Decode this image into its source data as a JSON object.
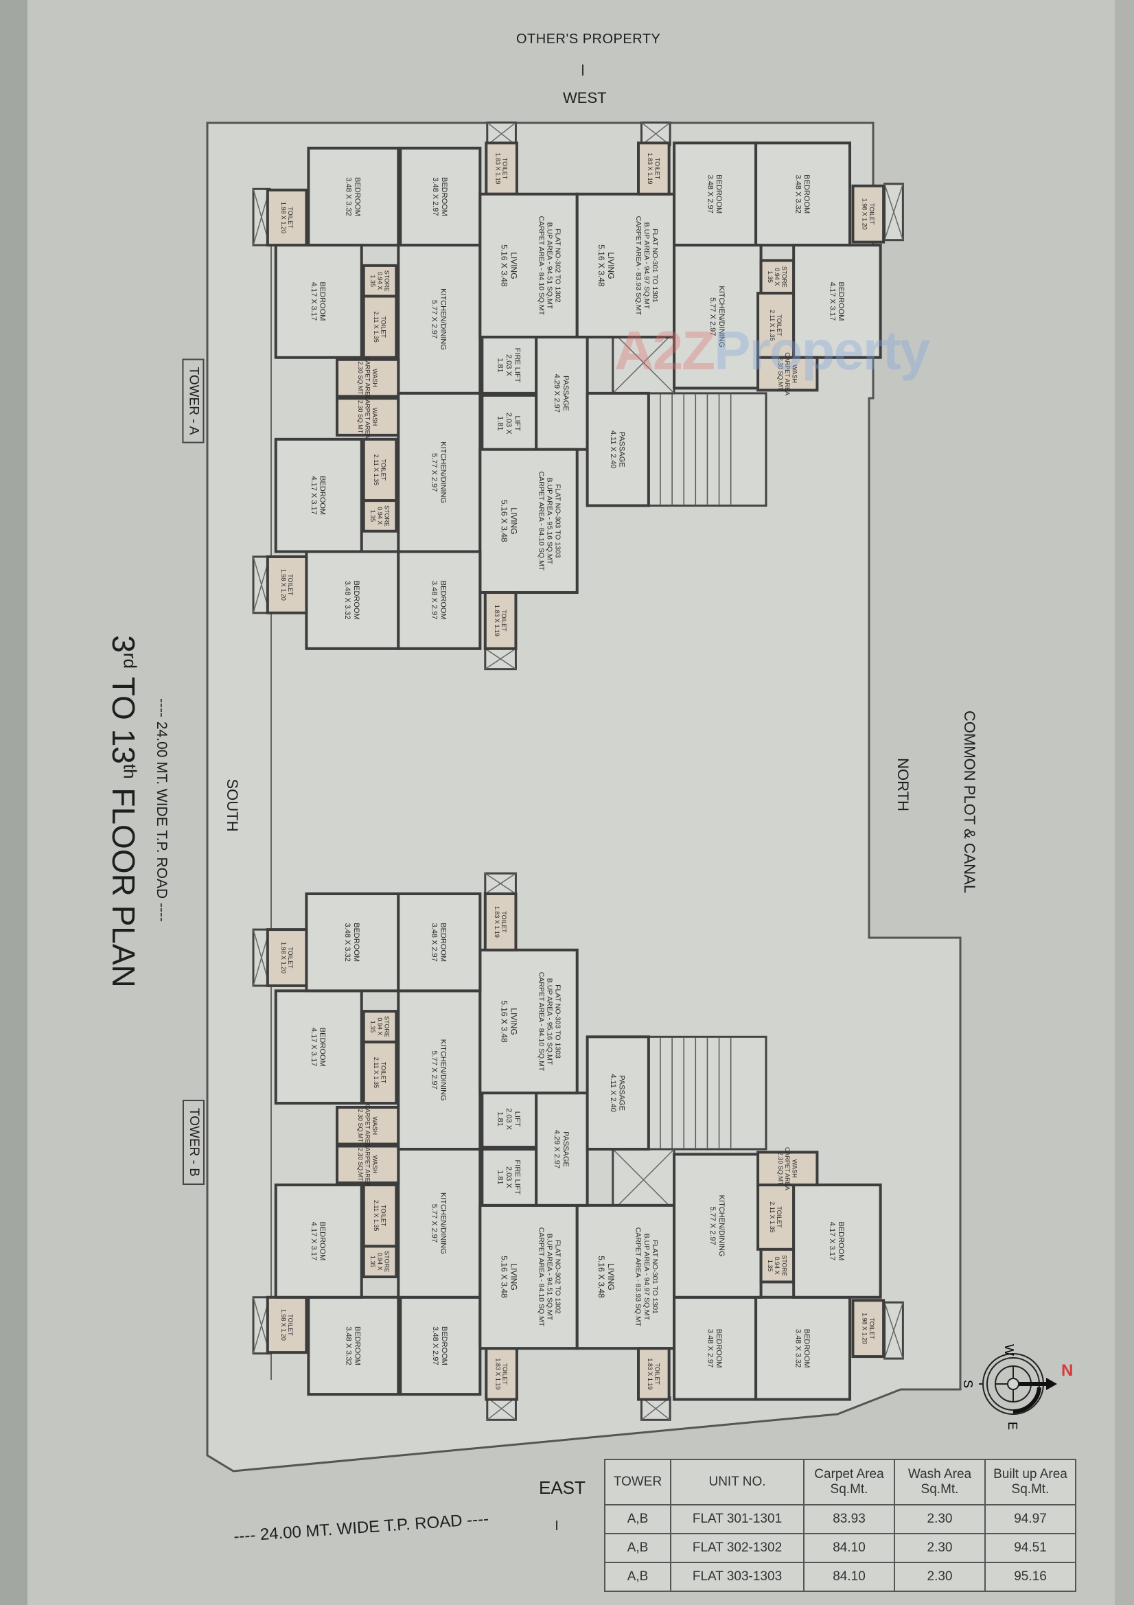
{
  "header": {
    "neighbor": "OTHER'S PROPERTY",
    "west": "WEST"
  },
  "title": {
    "ordinal_start": "3",
    "sup_start": "rd",
    "mid": " TO 13",
    "sup_end": "th",
    "rest": " FLOOR PLAN"
  },
  "labels": {
    "road_south": "---- 24.00 MT. WIDE T.P. ROAD ----",
    "south": "SOUTH",
    "north": "NORTH",
    "common_plot": "COMMON PLOT & CANAL",
    "east": "EAST",
    "road_east": "---- 24.00 MT. WIDE T.P. ROAD ----"
  },
  "towers": [
    {
      "label": "TOWER - A"
    },
    {
      "label": "TOWER - B"
    }
  ],
  "watermark": "A2Z Property",
  "compass": {
    "w": "W",
    "s": "S",
    "e": "E",
    "n": "N",
    "north_color": "#d83a3a"
  },
  "unit_layout": {
    "rooms": [
      {
        "type": "room",
        "lines": [
          "BEDROOM",
          "3.48 X 3.32"
        ]
      },
      {
        "type": "room",
        "lines": [
          "BEDROOM",
          "3.48 X 2.97"
        ]
      },
      {
        "type": "wet",
        "lines": [
          "TOILET",
          "1.83 X 1.19"
        ]
      },
      {
        "type": "wet",
        "lines": [
          "TOILET",
          "1.98 X 1.20"
        ]
      },
      {
        "type": "room",
        "lines": [
          "BEDROOM",
          "4.17 X 3.17"
        ]
      },
      {
        "type": "wet",
        "lines": [
          "STORE",
          "0.94 X",
          "1.35"
        ]
      },
      {
        "type": "wet",
        "lines": [
          "TOILET",
          "2.11 X 1.35"
        ]
      },
      {
        "type": "room",
        "lines": [
          "KITCHEN/DINING",
          "5.77 X 2.97"
        ]
      },
      {
        "type": "room",
        "lines": [
          "LIVING",
          "5.16 X 3.48"
        ],
        "note": [
          "FLAT NO-302 TO 1302",
          "B.UP AREA - 94.51 SQ.MT",
          "CARPET AREA - 84.10 SQ.MT"
        ]
      },
      {
        "type": "wet",
        "lines": [
          "WASH",
          "CARPET AREA",
          "2.30 SQ.MT"
        ]
      },
      {
        "type": "wet",
        "lines": [
          "WASH",
          "CARPET AREA",
          "2.30 SQ.MT"
        ]
      },
      {
        "type": "room",
        "lines": [
          "LIVING",
          "5.16 X 3.48"
        ],
        "note": [
          "FLAT NO-301 TO 1301",
          "B.UP AREA - 94.97 SQ.MT",
          "CARPET AREA - 83.93 SQ.MT"
        ]
      },
      {
        "type": "wet",
        "lines": [
          "TOILET",
          "1.83 X 1.19"
        ]
      },
      {
        "type": "room",
        "lines": [
          "BEDROOM",
          "3.48 X 2.97"
        ]
      },
      {
        "type": "room",
        "lines": [
          "BEDROOM",
          "3.48 X 3.32"
        ]
      },
      {
        "type": "wet",
        "lines": [
          "TOILET",
          "1.98 X 1.20"
        ]
      },
      {
        "type": "room",
        "lines": [
          "KITCHEN/DINING",
          "5.77 X 2.97"
        ]
      },
      {
        "type": "wet",
        "lines": [
          "STORE",
          "0.94 X",
          "1.35"
        ]
      },
      {
        "type": "wet",
        "lines": [
          "TOILET",
          "2.11 X 1.35"
        ]
      },
      {
        "type": "room",
        "lines": [
          "BEDROOM",
          "4.17 X 3.17"
        ]
      },
      {
        "type": "wet",
        "lines": [
          "WASH",
          "CARPET AREA",
          "2.30 SQ.MT"
        ]
      },
      {
        "type": "room",
        "lines": [
          "FIRE LIFT",
          "2.03 X",
          "1.81"
        ]
      },
      {
        "type": "room",
        "lines": [
          "LIFT",
          "2.03 X",
          "1.81"
        ]
      },
      {
        "type": "room",
        "lines": [
          "PASSAGE",
          "4.29 X 2.97"
        ]
      },
      {
        "type": "room",
        "lines": [
          "PASSAGE",
          "4.11 X 2.40"
        ]
      },
      {
        "type": "room",
        "lines": [
          "BEDROOM",
          "4.17 X 3.17"
        ]
      },
      {
        "type": "wet",
        "lines": [
          "TOILET",
          "2.11 X 1.35"
        ]
      },
      {
        "type": "wet",
        "lines": [
          "STORE",
          "0.94 X",
          "1.35"
        ]
      },
      {
        "type": "room",
        "lines": [
          "KITCHEN/DINING",
          "5.77 X 2.97"
        ]
      },
      {
        "type": "room",
        "lines": [
          "LIVING",
          "5.16 X 3.48"
        ],
        "note": [
          "FLAT NO-303 TO 1303",
          "B.UP AREA - 95.16 SQ.MT",
          "CARPET AREA - 84.10 SQ.MT"
        ]
      },
      {
        "type": "room",
        "lines": [
          "BEDROOM",
          "3.48 X 3.32"
        ]
      },
      {
        "type": "room",
        "lines": [
          "BEDROOM",
          "3.48 X 2.97"
        ]
      },
      {
        "type": "wet",
        "lines": [
          "TOILET",
          "1.98 X 1.20"
        ]
      },
      {
        "type": "wet",
        "lines": [
          "TOILET",
          "1.83 X 1.19"
        ]
      }
    ]
  },
  "area_table": {
    "headers": [
      "TOWER",
      "UNIT NO.",
      "Carpet Area Sq.Mt.",
      "Wash Area Sq.Mt.",
      "Built up Area Sq.Mt."
    ],
    "rows": [
      [
        "A,B",
        "FLAT 301-1301",
        "83.93",
        "2.30",
        "94.97"
      ],
      [
        "A,B",
        "FLAT 302-1302",
        "84.10",
        "2.30",
        "94.51"
      ],
      [
        "A,B",
        "FLAT 303-1303",
        "84.10",
        "2.30",
        "95.16"
      ]
    ]
  }
}
